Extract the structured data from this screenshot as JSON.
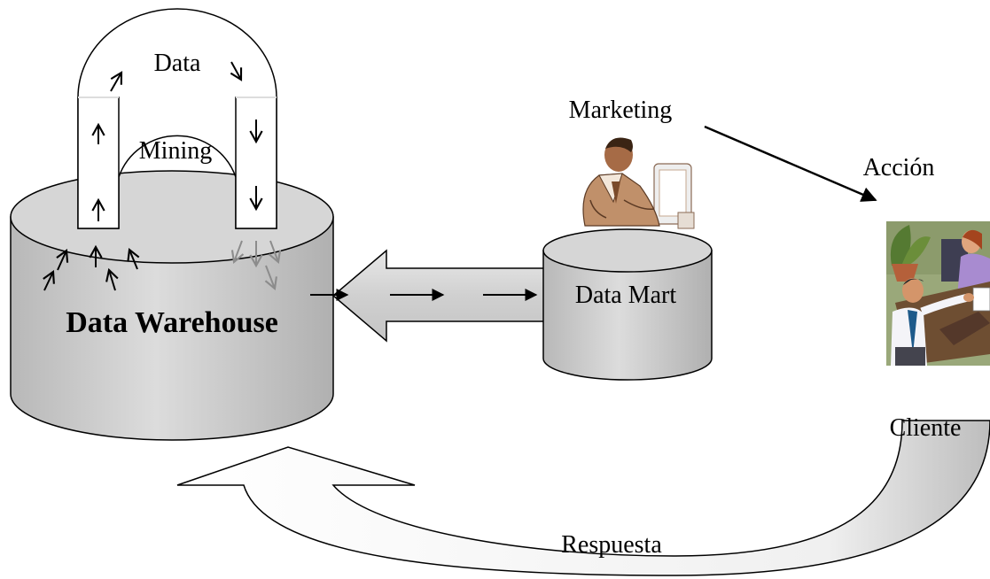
{
  "diagram": {
    "warehouse_label": "Data Warehouse",
    "data_label": "Data",
    "mining_label": "Mining",
    "datamart_label": "Data Mart",
    "marketing_label": "Marketing",
    "accion_label": "Acción",
    "cliente_label": "Cliente",
    "respuesta_label": "Respuesta"
  },
  "colors": {
    "cylinder_top": "#d2d2d2",
    "cylinder_body": "#c0c0c0",
    "stroke": "#000000",
    "faded_arrow": "#8c8c8c"
  },
  "icons": [
    "person-at-computer-icon",
    "office-meeting-icon"
  ]
}
